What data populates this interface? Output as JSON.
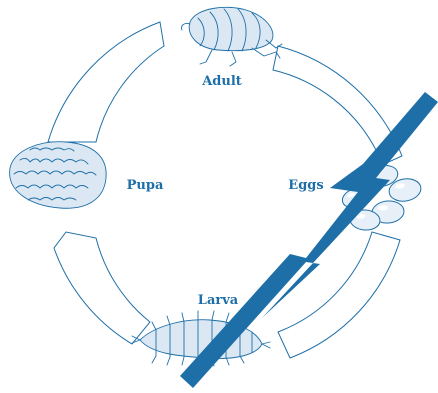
{
  "diagram": {
    "stages": {
      "adult": {
        "label": "Adult"
      },
      "eggs": {
        "label": "Eggs"
      },
      "larva": {
        "label": "Larva"
      },
      "pupa": {
        "label": "Pupa"
      }
    },
    "colors": {
      "primary": "#1e6fa8",
      "light_fill": "#dbe8f3",
      "background": "#ffffff"
    },
    "icons": [
      "flea-adult-icon",
      "flea-eggs-icon",
      "flea-larva-icon",
      "flea-pupa-icon",
      "lightning-break-icon"
    ]
  }
}
